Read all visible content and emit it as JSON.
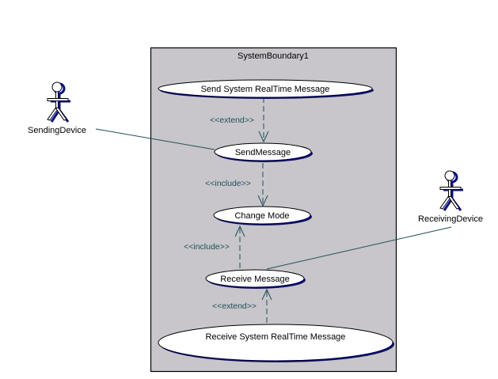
{
  "diagram": {
    "type": "use-case",
    "colors": {
      "boundary_fill": "#c8c6cb",
      "boundary_stroke": "#000000",
      "usecase_fill": "#ffffff",
      "usecase_shadow": "#0a0f8c",
      "connector": "#1f4f57"
    },
    "boundary": {
      "name": "SystemBoundary1"
    },
    "actors": [
      {
        "id": "sending",
        "name": "SendingDevice"
      },
      {
        "id": "receiving",
        "name": "ReceivingDevice"
      }
    ],
    "use_cases": [
      {
        "id": "send_rt",
        "name": "Send System RealTime Message"
      },
      {
        "id": "send_msg",
        "name": "SendMessage"
      },
      {
        "id": "change_mode",
        "name": "Change Mode"
      },
      {
        "id": "recv_msg",
        "name": "Receive Message"
      },
      {
        "id": "recv_rt",
        "name": "Receive System RealTime Message"
      }
    ],
    "relationships": [
      {
        "from": "send_rt",
        "to": "send_msg",
        "kind": "extend",
        "label": "<<extend>>"
      },
      {
        "from": "send_msg",
        "to": "change_mode",
        "kind": "include",
        "label": "<<include>>"
      },
      {
        "from": "recv_msg",
        "to": "change_mode",
        "kind": "include",
        "label": "<<include>>"
      },
      {
        "from": "recv_rt",
        "to": "recv_msg",
        "kind": "extend",
        "label": "<<extend>>"
      },
      {
        "from": "sending",
        "to": "send_msg",
        "kind": "association",
        "label": ""
      },
      {
        "from": "receiving",
        "to": "recv_msg",
        "kind": "association",
        "label": ""
      }
    ]
  }
}
